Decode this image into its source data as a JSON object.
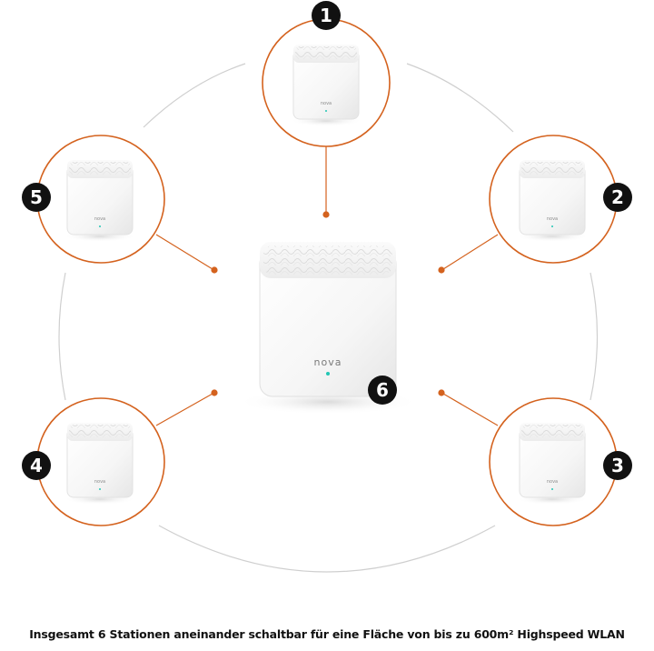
{
  "caption": "Insgesamt 6 Stationen aneinander schaltbar für eine Fläche von bis zu 600m² Highspeed WLAN",
  "brand": "nova",
  "stations": [
    {
      "number": "1"
    },
    {
      "number": "2"
    },
    {
      "number": "3"
    },
    {
      "number": "4"
    },
    {
      "number": "5"
    },
    {
      "number": "6"
    }
  ],
  "colors": {
    "accent": "#d4621e",
    "ring": "#c8c8c8",
    "badge": "#111111",
    "led": "#22c6b4"
  },
  "icons": [
    "mesh-router-icon",
    "led-indicator-icon"
  ]
}
